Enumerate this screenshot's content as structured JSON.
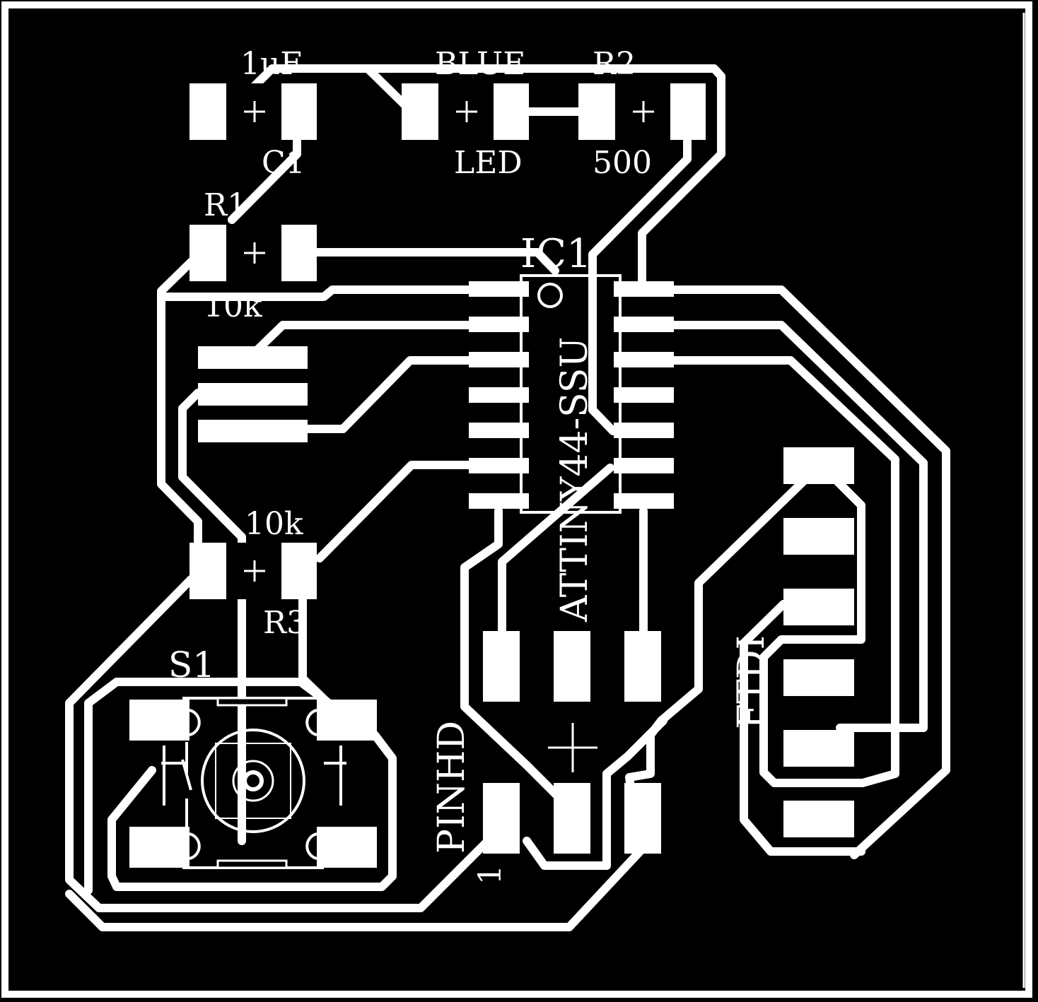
{
  "board": {
    "background": "#000000",
    "copper_color": "#ffffff"
  },
  "labels": {
    "c1_value": "1uF",
    "c1_name": "C1",
    "led_color": "BLUE",
    "led_name": "LED",
    "r2_name": "R2",
    "r2_value": "500",
    "r1_name": "R1",
    "r1_value": "10k",
    "ic1_name": "IC1",
    "ic1_part": "ATTINY44-SSU",
    "r3_value": "10k",
    "r3_name": "R3",
    "s1_name": "S1",
    "pinhd_name": "PINHD",
    "pinhd_pin": "1",
    "ftdi_name": "FTDI"
  }
}
